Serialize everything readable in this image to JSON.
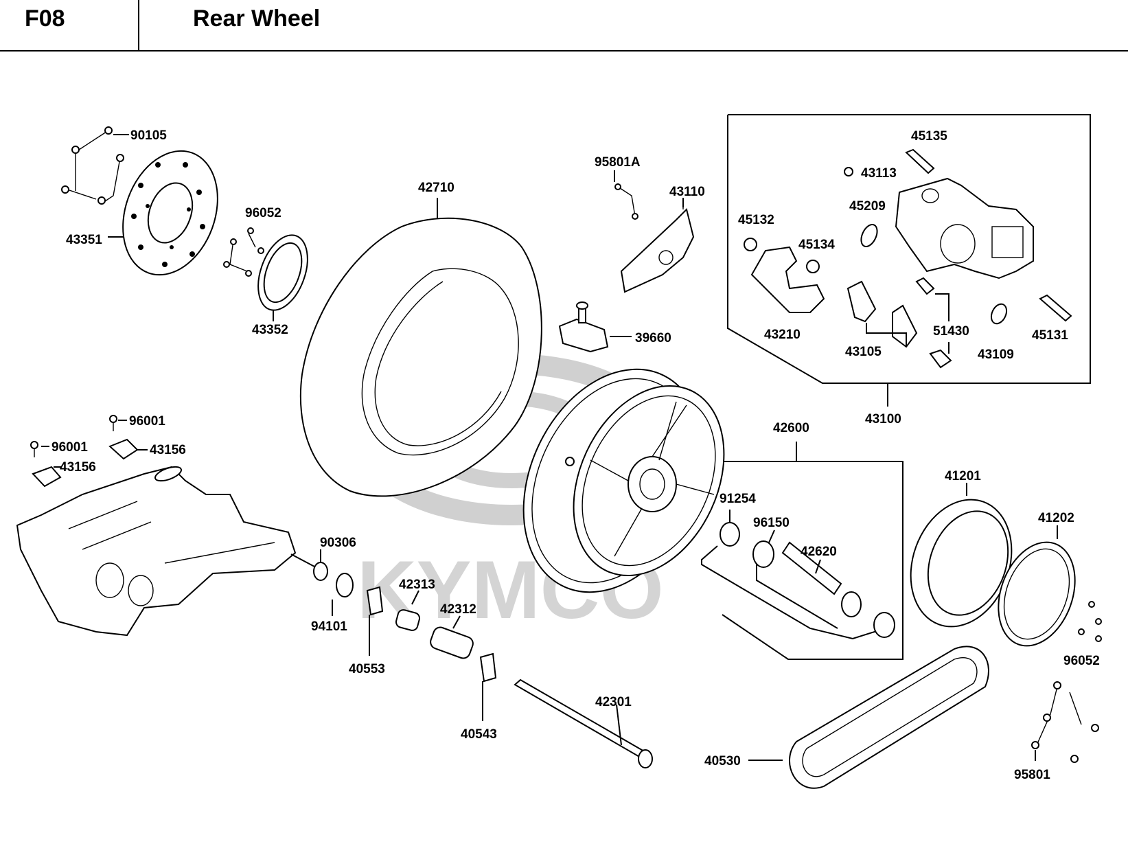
{
  "header": {
    "code": "F08",
    "title": "Rear Wheel"
  },
  "watermark": {
    "brand": "KYMCO"
  },
  "parts": {
    "p90105": "90105",
    "p43351": "43351",
    "p96052a": "96052",
    "p43352": "43352",
    "p42710": "42710",
    "p95801A": "95801A",
    "p43110": "43110",
    "p39660": "39660",
    "p45135": "45135",
    "p43113": "43113",
    "p45209": "45209",
    "p45132": "45132",
    "p45134": "45134",
    "p43210": "43210",
    "p43105": "43105",
    "p51430": "51430",
    "p43109": "43109",
    "p45131": "45131",
    "p43100": "43100",
    "p96001a": "96001",
    "p96001b": "96001",
    "p43156a": "43156",
    "p43156b": "43156",
    "p90306": "90306",
    "p94101": "94101",
    "p40553": "40553",
    "p42313": "42313",
    "p42312": "42312",
    "p40543": "40543",
    "p42301": "42301",
    "p42600": "42600",
    "p91254": "91254",
    "p96150": "96150",
    "p42620": "42620",
    "p41201": "41201",
    "p41202": "41202",
    "p96052b": "96052",
    "p40530": "40530",
    "p95801": "95801"
  }
}
